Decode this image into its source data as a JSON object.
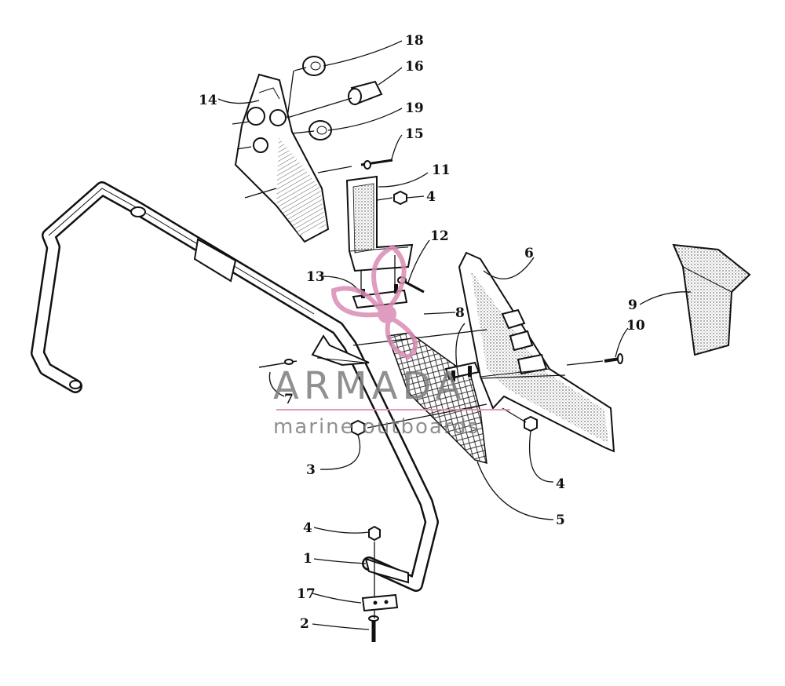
{
  "diagram": {
    "callouts": [
      "18",
      "16",
      "14",
      "19",
      "15",
      "11",
      "4",
      "12",
      "6",
      "13",
      "9",
      "8",
      "10",
      "7",
      "3",
      "4",
      "5",
      "4",
      "1",
      "17",
      "2"
    ]
  },
  "watermark": {
    "brand": "ARMADA",
    "tagline": "marine outboards",
    "accent_color": "#d98cb3",
    "text_color": "#7d7d7d"
  }
}
